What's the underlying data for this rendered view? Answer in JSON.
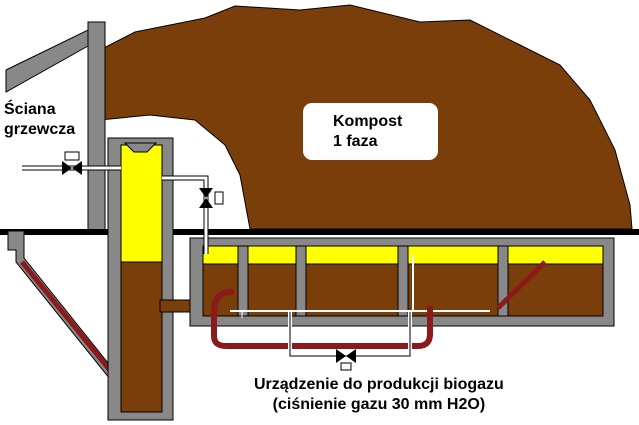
{
  "labels": {
    "wall_line1": "Ściana",
    "wall_line2": "grzewcza",
    "compost_line1": "Kompost",
    "compost_line2": "1 faza",
    "device_line1": "Urządzenie do produkcji biogazu",
    "device_line2": "(ciśnienie gazu 30 mm H2O)"
  },
  "colors": {
    "compost": "#7a3e0a",
    "wall": "#888888",
    "outline": "#000000",
    "gas": "#ffff00",
    "pipe_red": "#8b1a1a"
  }
}
